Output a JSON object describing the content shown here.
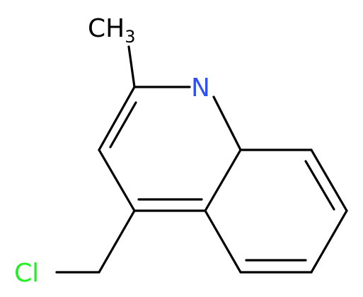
{
  "molecule": {
    "atoms": {
      "methyl": {
        "text": "CH",
        "subscript": "3",
        "color": "#000000"
      },
      "nitrogen": {
        "text": "N",
        "color": "#3050F8"
      },
      "chlorine": {
        "text": "Cl",
        "color": "#1FF01F"
      }
    },
    "bond_color": "#000000"
  }
}
